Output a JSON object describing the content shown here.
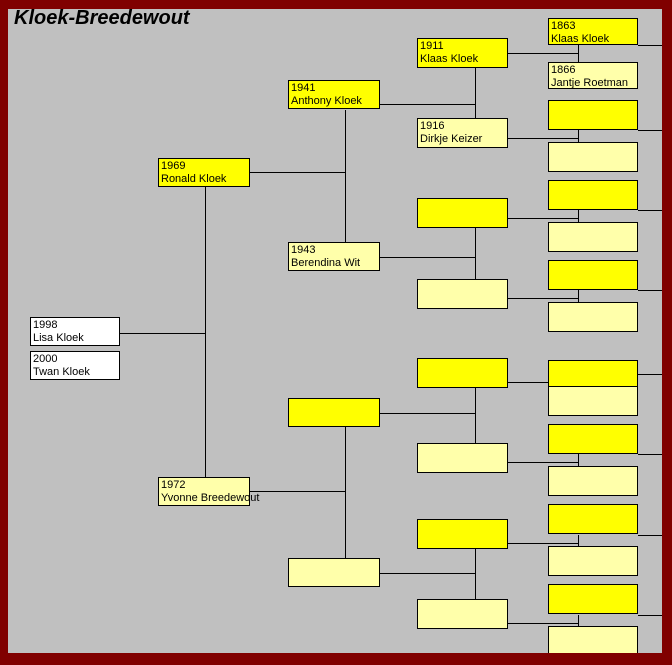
{
  "title": "Kloek-Breedewout",
  "colors": {
    "border": "#800000",
    "background": "#c0c0c0",
    "male_box": "#ffff00",
    "female_box": "#ffffaa",
    "child_box": "#ffffff",
    "line": "#000000",
    "text": "#000000"
  },
  "children": [
    {
      "year": "1998",
      "name": "Lisa Kloek"
    },
    {
      "year": "2000",
      "name": "Twan Kloek"
    }
  ],
  "generation1": [
    {
      "year": "1969",
      "name": "Ronald Kloek",
      "sex": "male"
    },
    {
      "year": "1972",
      "name": "Yvonne Breedewout",
      "sex": "female"
    }
  ],
  "generation2": [
    {
      "year": "1941",
      "name": "Anthony Kloek",
      "sex": "male"
    },
    {
      "year": "1943",
      "name": "Berendina Wit",
      "sex": "female"
    },
    {
      "year": "",
      "name": "",
      "sex": "male"
    },
    {
      "year": "",
      "name": "",
      "sex": "female"
    }
  ],
  "generation3": [
    {
      "year": "1911",
      "name": "Klaas Kloek",
      "sex": "male"
    },
    {
      "year": "1916",
      "name": "Dirkje Keizer",
      "sex": "female"
    },
    {
      "year": "",
      "name": "",
      "sex": "male"
    },
    {
      "year": "",
      "name": "",
      "sex": "female"
    },
    {
      "year": "",
      "name": "",
      "sex": "male"
    },
    {
      "year": "",
      "name": "",
      "sex": "female"
    },
    {
      "year": "",
      "name": "",
      "sex": "male"
    },
    {
      "year": "",
      "name": "",
      "sex": "female"
    }
  ],
  "generation4": [
    {
      "year": "1863",
      "name": "Klaas Kloek",
      "sex": "male"
    },
    {
      "year": "1866",
      "name": "Jantje Roetman",
      "sex": "female"
    },
    {
      "year": "",
      "name": "",
      "sex": "male"
    },
    {
      "year": "",
      "name": "",
      "sex": "female"
    },
    {
      "year": "",
      "name": "",
      "sex": "male"
    },
    {
      "year": "",
      "name": "",
      "sex": "female"
    },
    {
      "year": "",
      "name": "",
      "sex": "male"
    },
    {
      "year": "",
      "name": "",
      "sex": "female"
    },
    {
      "year": "",
      "name": "",
      "sex": "male"
    },
    {
      "year": "",
      "name": "",
      "sex": "female"
    },
    {
      "year": "",
      "name": "",
      "sex": "male"
    },
    {
      "year": "",
      "name": "",
      "sex": "female"
    },
    {
      "year": "",
      "name": "",
      "sex": "male"
    },
    {
      "year": "",
      "name": "",
      "sex": "female"
    },
    {
      "year": "",
      "name": "",
      "sex": "male"
    },
    {
      "year": "",
      "name": "",
      "sex": "female"
    }
  ]
}
